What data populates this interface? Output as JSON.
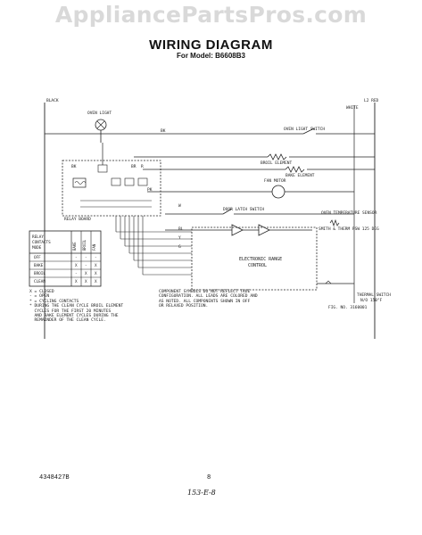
{
  "watermark": "AppliancePartsPros.com",
  "title": "WIRING DIAGRAM",
  "subtitle": "For Model: B6608B3",
  "labels": {
    "black": "BLACK",
    "white_top": "WHITE",
    "l2_red": "L2 RED",
    "oven_light": "OVEN LIGHT",
    "bk_main": "BK",
    "oven_light_switch": "OVEN LIGHT SWITCH",
    "broil_element": "BROIL ELEMENT",
    "bake_element": "BAKE ELEMENT",
    "fan_motor": "FAN MOTOR",
    "door_latch_switch": "DOOR LATCH SWITCH",
    "oven_temp_sensor": "OVEN TEMPERATURE SENSOR",
    "thermal_fuse": "SMITH & THERM PSW 125 DEG",
    "relay_board": "RELAY BOARD",
    "elec_range_control": "ELECTRONIC RANGE\nCONTROL",
    "thermal_switch": "THERMAL SWITCH\nN/O 150°F",
    "fig_no": "FIG. NO. 3160001",
    "br": "BR",
    "r": "R",
    "bk_relay": "BK",
    "pk": "PK",
    "w": "W",
    "bl": "BL",
    "y": "Y",
    "g": "G"
  },
  "relay_table": {
    "header": "RELAY\nCONTACTS\nMODE",
    "columns": [
      "BAKE",
      "BROIL",
      "FAN"
    ],
    "rows": [
      {
        "mode": "OFF",
        "cells": [
          "-",
          "-",
          "-"
        ]
      },
      {
        "mode": "BAKE",
        "cells": [
          "X",
          "-",
          "X"
        ]
      },
      {
        "mode": "BROIL",
        "cells": [
          "-",
          "X",
          "X"
        ]
      },
      {
        "mode": "CLEAN",
        "cells": [
          "X",
          "X",
          "X"
        ]
      }
    ]
  },
  "notes": {
    "legend": "X = CLOSED\n- = OPEN\n* = CYCLING CONTACTS\n* DURING THE CLEAN CYCLE BROIL ELEMENT\n  CYCLES FOR THE FIRST 20 MINUTES\n  AND BAKE ELEMENT CYCLES DURING THE\n  REMAINDER OF THE CLEAN CYCLE.",
    "component_note": "COMPONENT SYMBOLS DO NOT REFLECT TRUE\nCONFIGURATION. ALL LEADS ARE COLORED AND\nAS NOTED. ALL COMPONENTS SHOWN IN OFF\nOR RELAXED POSITION."
  },
  "doc_number": "4348427B",
  "page_number": "8",
  "handwritten_mark": "153-E-8"
}
